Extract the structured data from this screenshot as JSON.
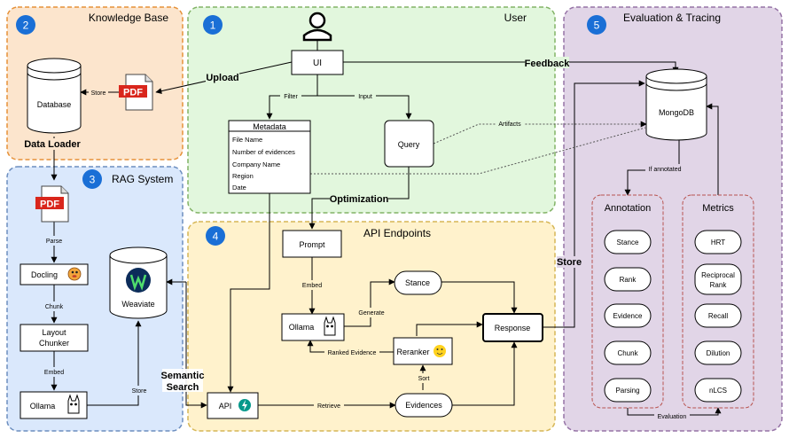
{
  "regions": {
    "knowledge_base": {
      "number": "2",
      "title": "Knowledge Base"
    },
    "user": {
      "number": "1",
      "title": "User"
    },
    "evaluation": {
      "number": "5",
      "title": "Evaluation & Tracing"
    },
    "rag": {
      "number": "3",
      "title": "RAG System"
    },
    "api": {
      "number": "4",
      "title": "API Endpoints"
    }
  },
  "nodes": {
    "database": "Database",
    "pdf_kb": "PDF",
    "pdf_rag": "PDF",
    "ui": "UI",
    "query": "Query",
    "metadata_title": "Metadata",
    "metadata_fields": [
      "File Name",
      "Number of evidences",
      "Company Name",
      "Region",
      "Date"
    ],
    "mongodb": "MongoDB",
    "docling": "Docling",
    "layout_chunker_1": "Layout",
    "layout_chunker_2": "Chunker",
    "ollama_rag": "Ollama",
    "weaviate": "Weaviate",
    "prompt": "Prompt",
    "stance": "Stance",
    "ollama_api": "Ollama",
    "reranker": "Reranker",
    "response": "Response",
    "api": "API",
    "evidences": "Evidences",
    "annotation_title": "Annotation",
    "annotation_items": [
      "Stance",
      "Rank",
      "Evidence",
      "Chunk",
      "Parsing"
    ],
    "metrics_title": "Metrics",
    "metrics_items": [
      "HRT",
      "Reciprocal",
      "Rank",
      "Recall",
      "Dilution",
      "nLCS"
    ]
  },
  "edges": {
    "upload": "Upload",
    "store_kb": "Store",
    "data_loader": "Data Loader",
    "feedback": "Feedback",
    "filter": "Filter",
    "input": "Input",
    "artifacts": "Artifacts",
    "optimization": "Optimization",
    "if_annotated": "If annotated",
    "parse": "Parse",
    "chunk": "Chunk",
    "embed_rag": "Embed",
    "store_rag": "Store",
    "semantic_1": "Semantic",
    "semantic_2": "Search",
    "embed_api": "Embed",
    "generate": "Generate",
    "ranked_evidence": "Ranked Evidence",
    "sort": "Sort",
    "retrieve": "Retrieve",
    "store_eval": "Store",
    "evaluation": "Evaluation"
  },
  "colors": {
    "kb_fill": "#fce5cd",
    "kb_stroke": "#e69138",
    "user_fill": "#e2f7dd",
    "user_stroke": "#82b366",
    "eval_fill": "#e1d5e7",
    "eval_stroke": "#9673a6",
    "rag_fill": "#dae8fc",
    "rag_stroke": "#6c8ebf",
    "api_fill": "#fff2cc",
    "api_stroke": "#d6b656",
    "badge": "#1a6fd6",
    "pdf_red": "#d9261c",
    "inner_dash": "#b85450"
  }
}
